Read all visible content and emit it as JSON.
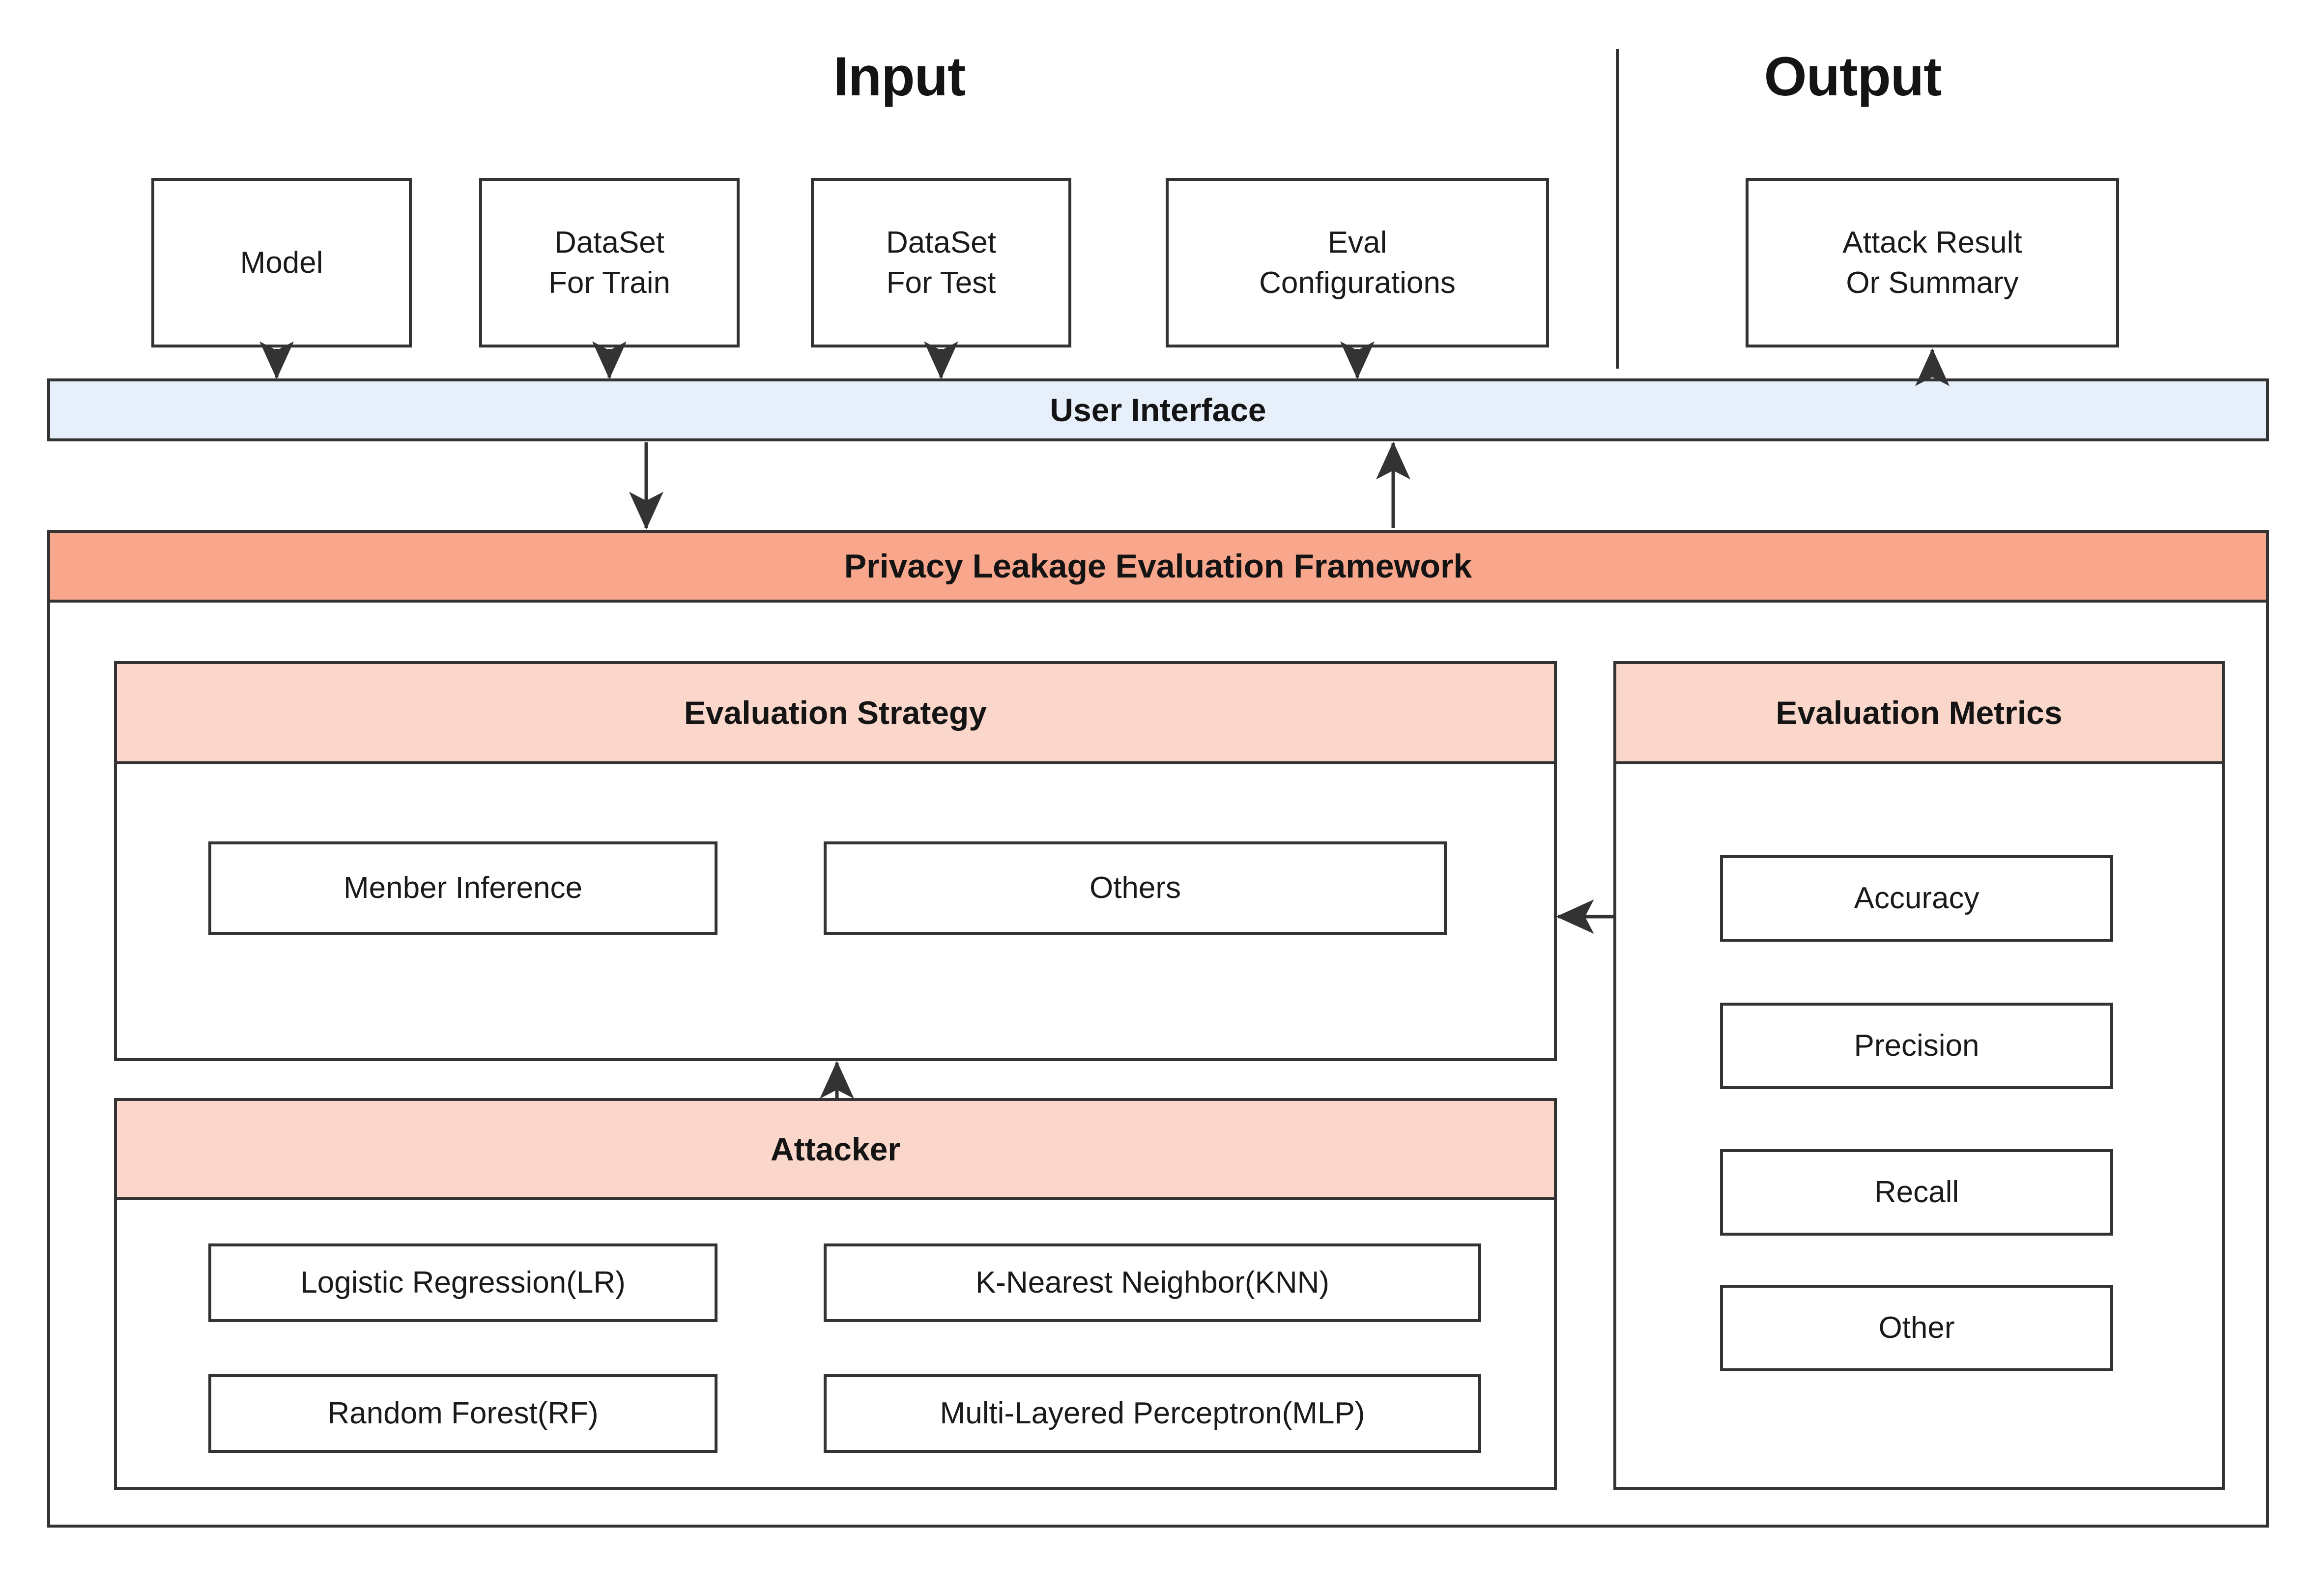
{
  "diagram": {
    "title_input": "Input",
    "title_output": "Output",
    "input_boxes": [
      {
        "id": "model",
        "label": "Model"
      },
      {
        "id": "dataset-train",
        "label": "DataSet\nFor Train"
      },
      {
        "id": "dataset-test",
        "label": "DataSet\nFor Test"
      },
      {
        "id": "eval-configurations",
        "label": "Eval\nConfigurations"
      }
    ],
    "output_boxes": [
      {
        "id": "attack-result",
        "label": "Attack Result\nOr Summary"
      }
    ],
    "user_interface_bar": {
      "label": "User Interface"
    },
    "framework_bar": {
      "label": "Privacy Leakage Evaluation Framework"
    },
    "evaluation_strategy": {
      "header": "Evaluation Strategy",
      "items": [
        {
          "id": "menber-inference",
          "label": "Menber Inference"
        },
        {
          "id": "others",
          "label": "Others"
        }
      ]
    },
    "attacker": {
      "header": "Attacker",
      "items": [
        {
          "id": "logistic-regression",
          "label": "Logistic Regression(LR)"
        },
        {
          "id": "knn",
          "label": "K-Nearest Neighbor(KNN)"
        },
        {
          "id": "random-forest",
          "label": "Random Forest(RF)"
        },
        {
          "id": "mlp",
          "label": "Multi-Layered Perceptron(MLP)"
        }
      ]
    },
    "evaluation_metrics": {
      "header": "Evaluation Metrics",
      "items": [
        {
          "id": "accuracy",
          "label": "Accuracy"
        },
        {
          "id": "precision",
          "label": "Precision"
        },
        {
          "id": "recall",
          "label": "Recall"
        },
        {
          "id": "other",
          "label": "Other"
        }
      ]
    },
    "colors": {
      "stroke": "#333333",
      "text": "#1a1a1a",
      "user_interface_fill": "#e7f0fa",
      "framework_fill": "#f9a78c",
      "subheader_fill": "#fbd7cb",
      "box_fill": "#ffffff",
      "page_background": "#ffffff"
    }
  }
}
